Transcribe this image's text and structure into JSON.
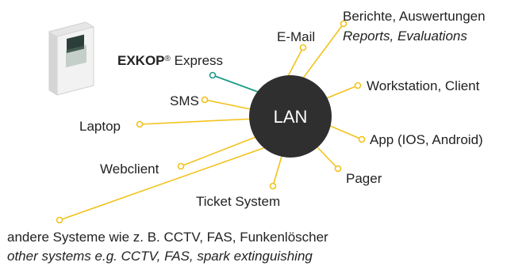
{
  "hub": {
    "label": "LAN",
    "color": "#2f2f2f",
    "text_color": "#ffffff"
  },
  "line_color": "#f2c21b",
  "device_line_color": "#1f9a8a",
  "device": {
    "icon": "control-cabinet-icon",
    "name_bold": "EXKOP",
    "registered": "®",
    "name_rest": " Express"
  },
  "nodes": {
    "email": "E-Mail",
    "reports_de": "Berichte, Auswertungen",
    "reports_en": "Reports, Evaluations",
    "sms": "SMS",
    "laptop": "Laptop",
    "workstation": "Workstation, Client",
    "app": "App (IOS, Android)",
    "webclient": "Webclient",
    "pager": "Pager",
    "ticket": "Ticket System",
    "other_de": "andere Systeme wie z. B. CCTV, FAS, Funkenlöscher",
    "other_en": "other systems e.g. CCTV, FAS, spark extinguishing"
  }
}
